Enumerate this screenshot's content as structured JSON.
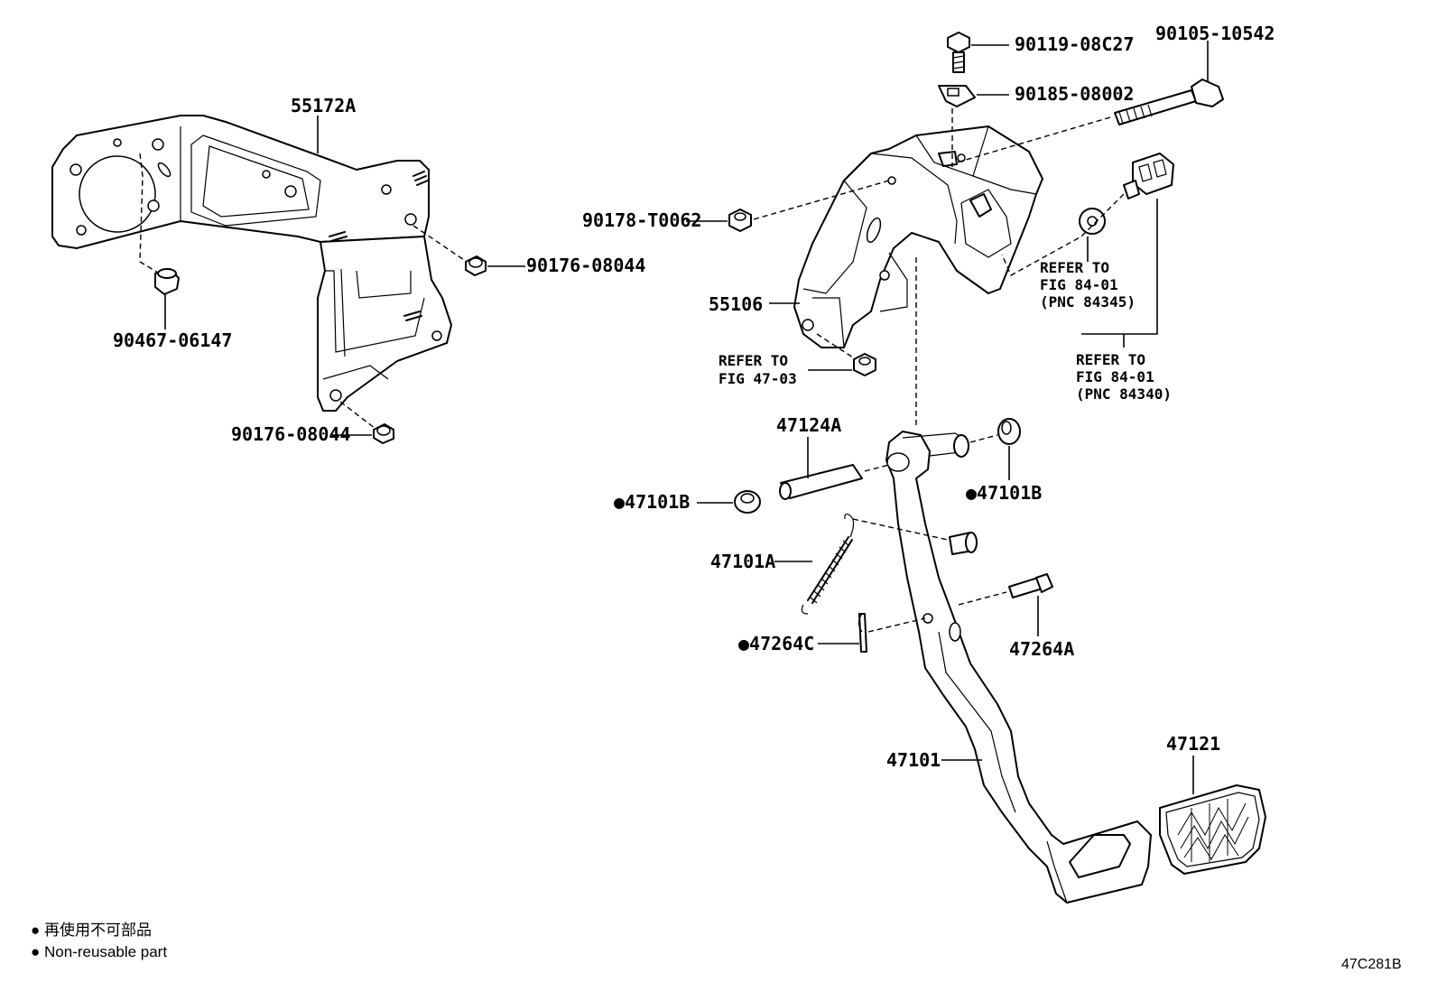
{
  "callouts": {
    "bracket_main": "55172A",
    "nut_90467": "90467-06147",
    "nut_90176_upper": "90176-08044",
    "nut_90176_lower": "90176-08044",
    "bolt_90119": "90119-08C27",
    "nut_90185": "90185-08002",
    "bolt_90105": "90105-10542",
    "nut_90178": "90178-T0062",
    "support_55106": "55106",
    "bushing_47124A": "47124A",
    "bushing_47101B_left": "●47101B",
    "bushing_47101B_right": "●47101B",
    "spring_47101A": "47101A",
    "pin_47264C": "●47264C",
    "pin_47264A": "47264A",
    "pedal_47101": "47101",
    "pad_47121": "47121"
  },
  "references": {
    "fig_47_03": [
      "REFER TO",
      "FIG 47-03"
    ],
    "fig_84_01_a": [
      "REFER TO",
      "FIG 84-01",
      "(PNC 84345)"
    ],
    "fig_84_01_b": [
      "REFER TO",
      "FIG 84-01",
      "(PNC 84340)"
    ]
  },
  "legend": {
    "jp": "● 再使用不可部品",
    "en": "● Non-reusable part"
  },
  "diagram_code": "47C281B"
}
